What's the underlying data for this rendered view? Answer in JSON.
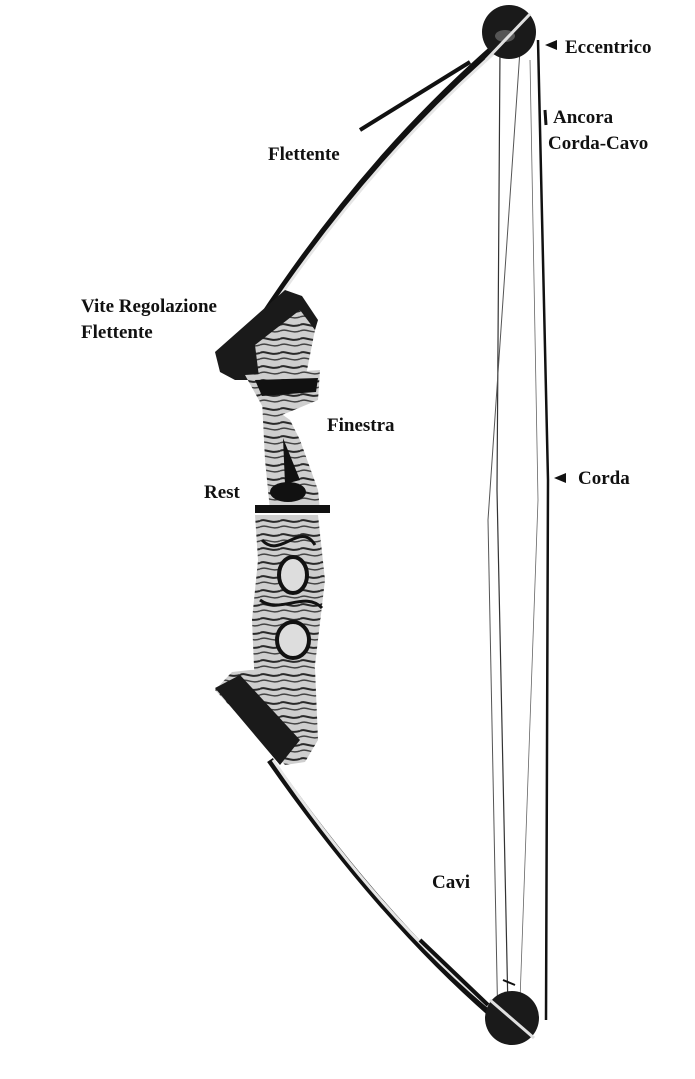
{
  "labels": {
    "eccentrico": "Eccentrico",
    "ancora_line1": "Ancora",
    "ancora_line2": "Corda-Cavo",
    "flettente": "Flettente",
    "vite_line1": "Vite Regolazione",
    "vite_line2": "Flettente",
    "finestra": "Finestra",
    "rest": "Rest",
    "corda": "Corda",
    "cavi": "Cavi"
  },
  "icons": {
    "pointer": "left-pointing-arrowhead-icon"
  },
  "colors": {
    "ink": "#111111",
    "limb": "#d9d9d9",
    "wood_light": "#d8d8d8",
    "wood_dark": "#1a1a1a"
  }
}
